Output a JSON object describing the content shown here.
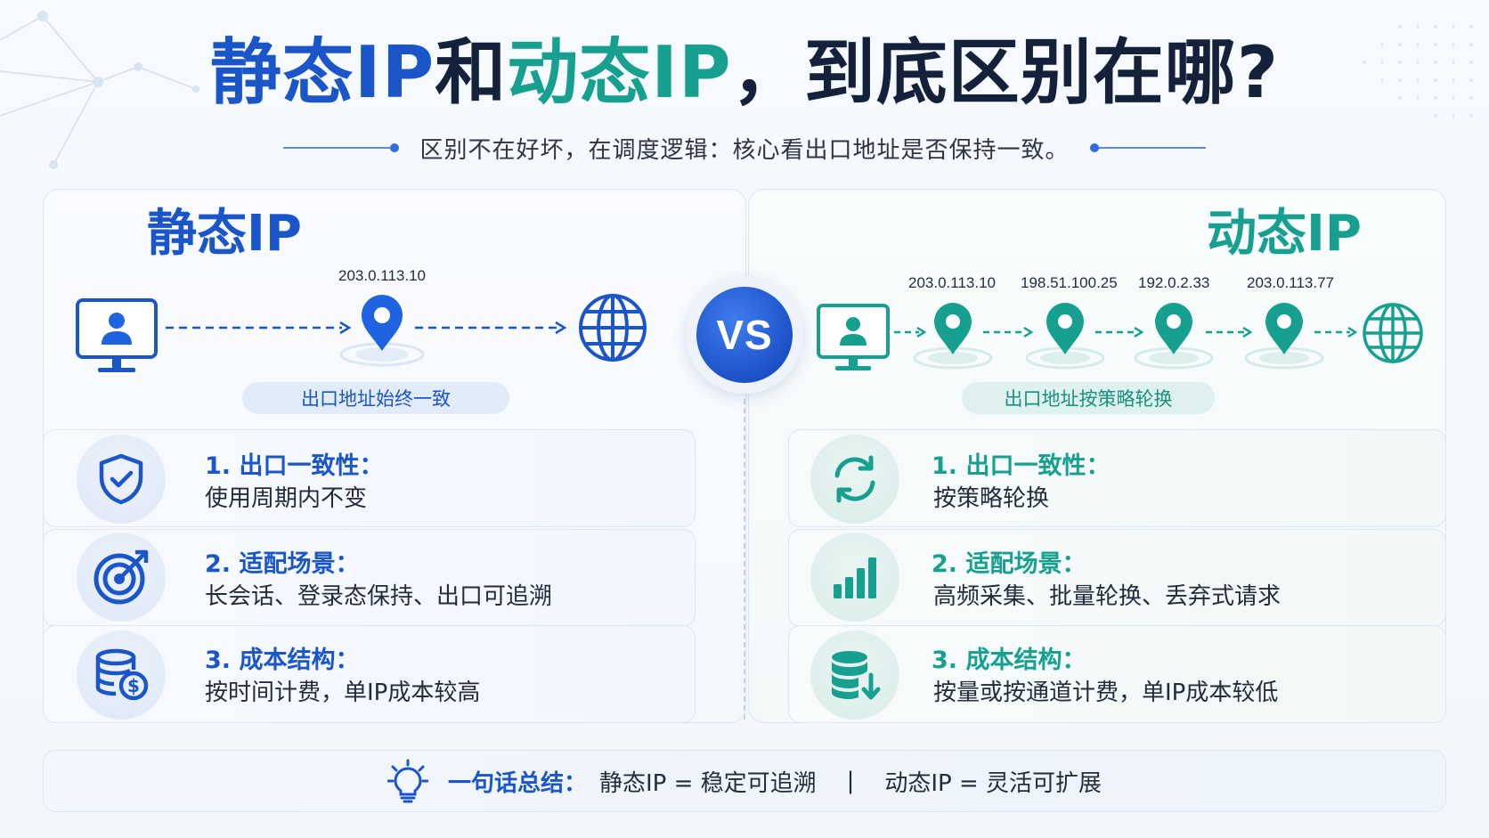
{
  "header": {
    "title_part1": "静态IP",
    "title_part2": "和",
    "title_part3": "动态IP",
    "title_part4": "，到底区别在哪?",
    "subtitle": "区别不在好坏，在调度逻辑：核心看出口地址是否保持一致。"
  },
  "vs_label": "VS",
  "static": {
    "title": "静态IP",
    "ip": "203.0.113.10",
    "pill": "出口地址始终一致",
    "features": [
      {
        "title": "1. 出口一致性：",
        "desc": "使用周期内不变",
        "icon": "shield-check-icon"
      },
      {
        "title": "2. 适配场景：",
        "desc": "长会话、登录态保持、出口可追溯",
        "icon": "target-icon"
      },
      {
        "title": "3. 成本结构：",
        "desc": "按时间计费，单IP成本较高",
        "icon": "coin-database-icon"
      }
    ]
  },
  "dynamic": {
    "title": "动态IP",
    "ips": [
      "203.0.113.10",
      "198.51.100.25",
      "192.0.2.33",
      "203.0.113.77"
    ],
    "pill": "出口地址按策略轮换",
    "features": [
      {
        "title": "1. 出口一致性：",
        "desc": "按策略轮换",
        "icon": "refresh-icon"
      },
      {
        "title": "2. 适配场景：",
        "desc": "高频采集、批量轮换、丢弃式请求",
        "icon": "bar-chart-icon"
      },
      {
        "title": "3. 成本结构：",
        "desc": "按量或按通道计费，单IP成本较低",
        "icon": "database-download-icon"
      }
    ]
  },
  "summary": {
    "label": "一句话总结：",
    "static_text": "静态IP = 稳定可追溯",
    "separator": "|",
    "dynamic_text": "动态IP = 灵活可扩展"
  },
  "colors": {
    "blue": "#1a56c9",
    "teal": "#17a090"
  }
}
